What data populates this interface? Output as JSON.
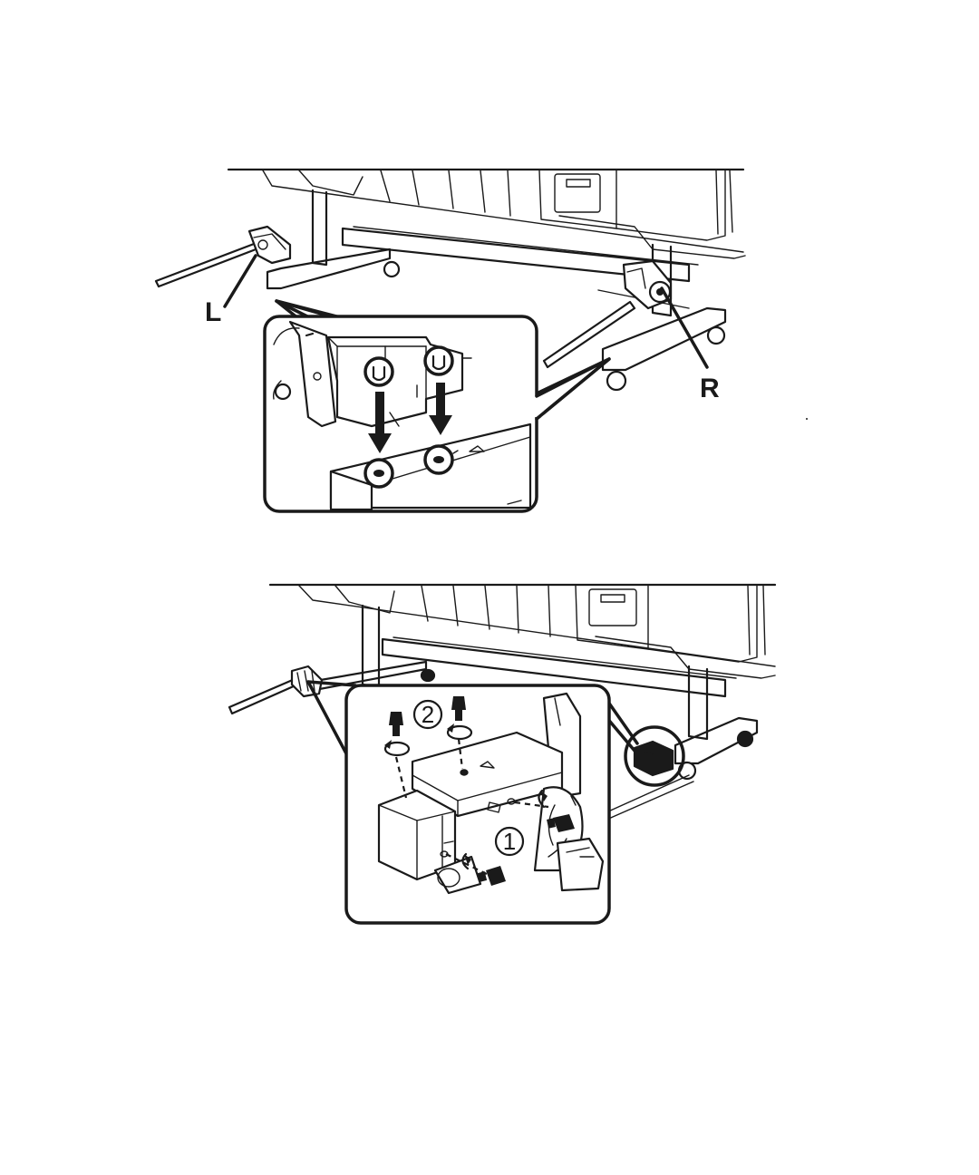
{
  "figure1": {
    "label_left": "L",
    "label_right": "R"
  },
  "figure2": {
    "step_one": "1",
    "step_two": "2"
  }
}
